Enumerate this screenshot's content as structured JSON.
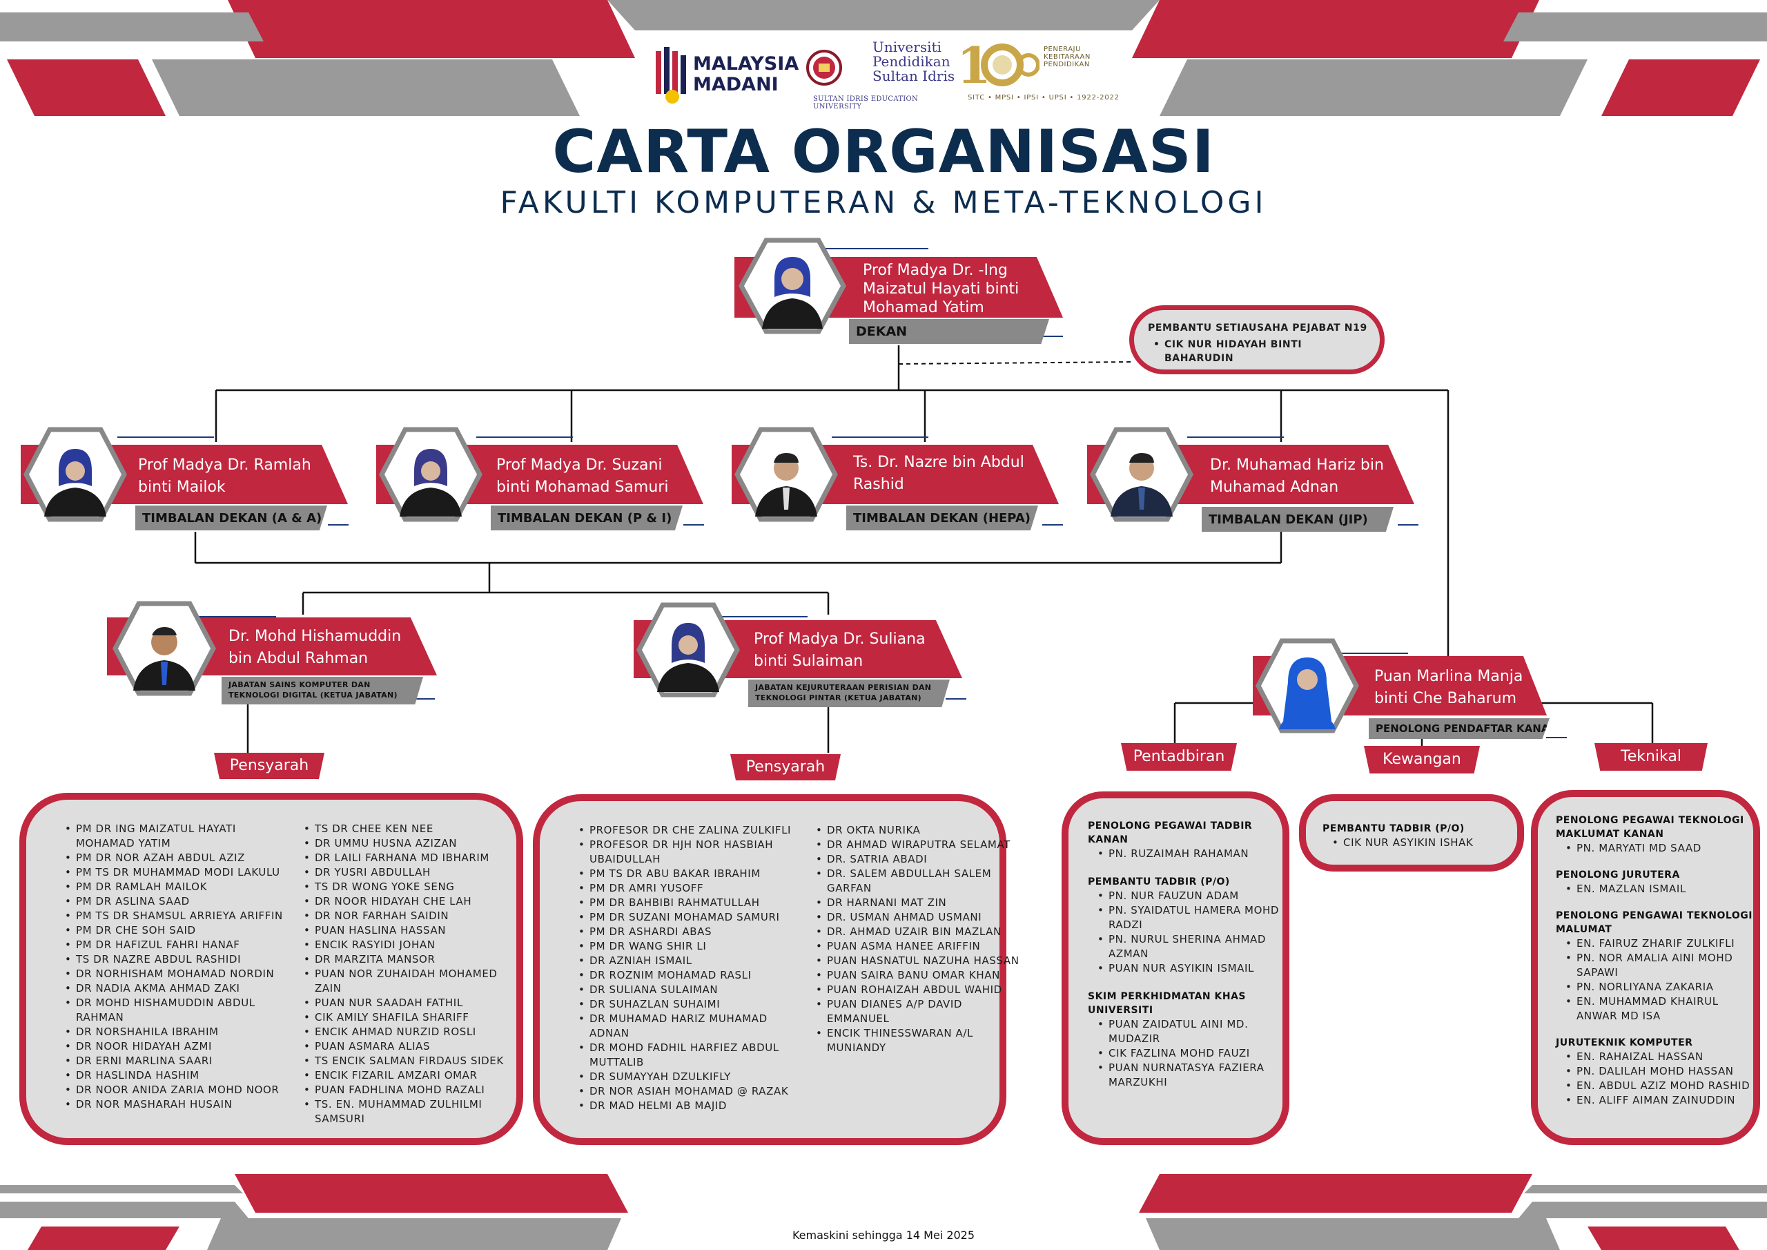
{
  "header": {
    "logo_madani": "MALAYSIA MADANI",
    "logo_madani_line1": "MALAYSIA",
    "logo_madani_line2": "MADANI",
    "upsi_line1": "Universiti",
    "upsi_line2": "Pendidikan",
    "upsi_line3": "Sultan Idris",
    "upsi_sub": "SULTAN IDRIS EDUCATION UNIVERSITY",
    "c100_line1": "PENERAJU",
    "c100_line2": "KEBITARAAN",
    "c100_line3": "PENDIDIKAN",
    "c100_bar": "SITC • MPSI • IPSI • UPSI • 1922-2022",
    "title": "CARTA ORGANISASI",
    "subtitle": "FAKULTI KOMPUTERAN & META-TEKNOLOGI"
  },
  "dean": {
    "name_l1": "Prof Madya Dr. -Ing",
    "name_l2": "Maizatul Hayati binti",
    "name_l3": "Mohamad Yatim",
    "role": "DEKAN"
  },
  "secretary": {
    "title": "PEMBANTU SETIAUSAHA PEJABAT N19",
    "name_l1": "CIK NUR HIDAYAH BINTI",
    "name_l2": "BAHARUDIN"
  },
  "deputies": [
    {
      "name_l1": "Prof Madya Dr. Ramlah",
      "name_l2": "binti Mailok",
      "role": "TIMBALAN DEKAN (A & A)"
    },
    {
      "name_l1": "Prof Madya Dr. Suzani",
      "name_l2": "binti Mohamad Samuri",
      "role": "TIMBALAN DEKAN (P & I)"
    },
    {
      "name_l1": "Ts. Dr. Nazre bin Abdul",
      "name_l2": "Rashid",
      "role": "TIMBALAN DEKAN (HEPA)"
    },
    {
      "name_l1": "Dr. Muhamad Hariz bin",
      "name_l2": "Muhamad Adnan",
      "role": "TIMBALAN DEKAN (JIP)"
    }
  ],
  "heads": [
    {
      "name_l1": "Dr. Mohd Hishamuddin",
      "name_l2": "bin Abdul Rahman",
      "role_l1": "JABATAN SAINS KOMPUTER DAN",
      "role_l2": "TEKNOLOGI DIGITAL (KETUA JABATAN)"
    },
    {
      "name_l1": "Prof Madya Dr. Suliana",
      "name_l2": "binti Sulaiman",
      "role_l1": "JABATAN KEJURUTERAAN PERISIAN DAN",
      "role_l2": "TEKNOLOGI PINTAR (KETUA JABATAN)"
    }
  ],
  "registrar": {
    "name_l1": "Puan Marlina Manja",
    "name_l2": "binti Che Baharum",
    "role": "PENOLONG PENDAFTAR KANAN"
  },
  "tags": {
    "pensyarah1": "Pensyarah",
    "pensyarah2": "Pensyarah",
    "pentadbiran": "Pentadbiran",
    "kewangan": "Kewangan",
    "teknikal": "Teknikal"
  },
  "dept1_col1": [
    "PM DR ING MAIZATUL HAYATI MOHAMAD YATIM",
    "PM DR NOR AZAH ABDUL AZIZ",
    "PM TS DR MUHAMMAD MODI LAKULU",
    "PM DR RAMLAH MAILOK",
    "PM DR ASLINA SAAD",
    "PM TS DR SHAMSUL ARRIEYA ARIFFIN",
    "PM DR CHE SOH SAID",
    "PM DR HAFIZUL FAHRI HANAF",
    "TS DR NAZRE ABDUL RASHIDI",
    "DR NORHISHAM MOHAMAD NORDIN",
    "DR NADIA AKMA AHMAD ZAKI",
    "DR MOHD HISHAMUDDIN ABDUL RAHMAN",
    "DR NORSHAHILA IBRAHIM",
    "DR NOOR HIDAYAH AZMI",
    "DR ERNI MARLINA SAARI",
    "DR HASLINDA HASHIM",
    "DR NOOR ANIDA ZARIA MOHD NOOR",
    "DR NOR MASHARAH HUSAIN"
  ],
  "dept1_col2": [
    "TS DR CHEE KEN NEE",
    "DR UMMU HUSNA AZIZAN",
    "DR LAILI FARHANA MD IBHARIM",
    "DR YUSRI ABDULLAH",
    "TS DR WONG YOKE SENG",
    "DR NOOR HIDAYAH CHE LAH",
    "DR NOR FARHAH SAIDIN",
    "PUAN HASLINA HASSAN",
    "ENCIK RASYIDI JOHAN",
    "DR MARZITA MANSOR",
    "PUAN NOR ZUHAIDAH MOHAMED ZAIN",
    "PUAN NUR SAADAH FATHIL",
    "CIK AMILY SHAFILA SHARIFF",
    "ENCIK AHMAD NURZID ROSLI",
    "PUAN ASMARA ALIAS",
    "TS ENCIK SALMAN FIRDAUS SIDEK",
    "ENCIK FIZARIL AMZARI OMAR",
    "PUAN FADHLINA MOHD RAZALI",
    "TS. EN. MUHAMMAD ZULHILMI SAMSURI"
  ],
  "dept2_col1": [
    "PROFESOR DR CHE ZALINA ZULKIFLI",
    "PROFESOR DR HJH NOR HASBIAH UBAIDULLAH",
    "PM TS DR ABU BAKAR IBRAHIM",
    "PM DR AMRI YUSOFF",
    "PM DR BAHBIBI RAHMATULLAH",
    "PM DR SUZANI MOHAMAD SAMURI",
    "PM DR ASHARDI ABAS",
    "PM DR WANG SHIR LI",
    "DR AZNIAH ISMAIL",
    "DR ROZNIM MOHAMAD RASLI",
    "DR SULIANA SULAIMAN",
    "DR SUHAZLAN SUHAIMI",
    "DR MUHAMAD HARIZ MUHAMAD ADNAN",
    "DR MOHD FADHIL HARFIEZ ABDUL MUTTALIB",
    "DR SUMAYYAH DZULKIFLY",
    "DR NOR ASIAH MOHAMAD @ RAZAK",
    "DR MAD HELMI AB MAJID"
  ],
  "dept2_col2": [
    "DR OKTA NURIKA",
    "DR AHMAD WIRAPUTRA SELAMAT",
    "DR. SATRIA ABADI",
    "DR. SALEM ABDULLAH SALEM GARFAN",
    "DR HARNANI MAT ZIN",
    "DR. USMAN AHMAD USMANI",
    "DR. AHMAD UZAIR BIN MAZLAN",
    "PUAN ASMA HANEE ARIFFIN",
    "PUAN HASNATUL NAZUHA HASSAN",
    "PUAN SAIRA BANU OMAR KHAN",
    "PUAN ROHAIZAH ABDUL WAHID",
    "PUAN DIANES A/P DAVID EMMANUEL",
    "ENCIK THINESSWARAN A/L MUNIANDY"
  ],
  "admin_sections": [
    {
      "title": "PENOLONG PEGAWAI TADBIR KANAN",
      "items": [
        "PN. RUZAIMAH RAHAMAN"
      ]
    },
    {
      "title": "PEMBANTU TADBIR (P/O)",
      "items": [
        "PN. NUR FAUZUN ADAM",
        "PN. SYAIDATUL HAMERA MOHD RADZI",
        "PN. NURUL SHERINA AHMAD AZMAN",
        "PUAN NUR ASYIKIN ISMAIL"
      ]
    },
    {
      "title": "SKIM PERKHIDMATAN KHAS UNIVERSITI",
      "items": [
        "PUAN ZAIDATUL AINI MD. MUDAZIR",
        "CIK FAZLINA MOHD FAUZI",
        "PUAN NURNATASYA FAZIERA MARZUKHI"
      ]
    }
  ],
  "finance_sections": [
    {
      "title": "PEMBANTU TADBIR (P/O)",
      "items": [
        "CIK NUR ASYIKIN ISHAK"
      ]
    }
  ],
  "tech_sections": [
    {
      "title": "PENOLONG PEGAWAI TEKNOLOGI MAKLUMAT KANAN",
      "items": [
        "PN. MARYATI MD SAAD"
      ]
    },
    {
      "title": "PENOLONG JURUTERA",
      "items": [
        "EN. MAZLAN ISMAIL"
      ]
    },
    {
      "title": "PENOLONG PENGAWAI TEKNOLOGI MALUMAT",
      "items": [
        "EN. FAIRUZ ZHARIF  ZULKIFLI",
        "PN. NOR AMALIA AINI  MOHD SAPAWI",
        "PN. NORLIYANA  ZAKARIA",
        "EN. MUHAMMAD KHAIRUL ANWAR MD ISA"
      ]
    },
    {
      "title": "JURUTEKNIK KOMPUTER",
      "items": [
        "EN. RAHAIZAL HASSAN",
        "PN. DALILAH MOHD HASSAN",
        "EN. ABDUL AZIZ MOHD RASHID",
        "EN. ALIFF AIMAN ZAINUDDIN"
      ]
    }
  ],
  "footer": "Kemaskini sehingga 14 Mei 2025",
  "colors": {
    "accent": "#c1273f",
    "grey": "#898989",
    "navy": "#0d2d4f",
    "box_fill": "#dedede"
  }
}
